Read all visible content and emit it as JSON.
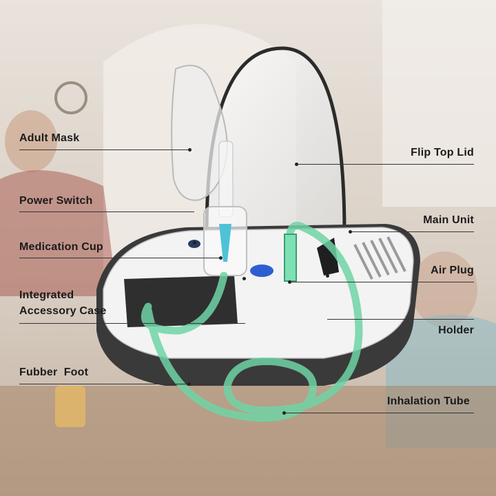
{
  "labels": {
    "adult_mask": "Adult Mask",
    "power_switch": "Power Switch",
    "medication_cup": "Medication Cup",
    "accessory_case_line1": "Integrated",
    "accessory_case_line2": "Accessory Case",
    "rubber_foot": "Fubber  Foot",
    "flip_top_lid": "Flip Top Lid",
    "main_unit": "Main Unit",
    "air_plug": "Air Plug",
    "holder": "Holder",
    "inhalation_tube": "Inhalation Tube"
  },
  "colors": {
    "tube": "#6fd3a4",
    "unit_body": "#3a3a3a",
    "unit_top": "#f3f3f3",
    "text": "#1b1b1b",
    "leader": "#333333"
  }
}
